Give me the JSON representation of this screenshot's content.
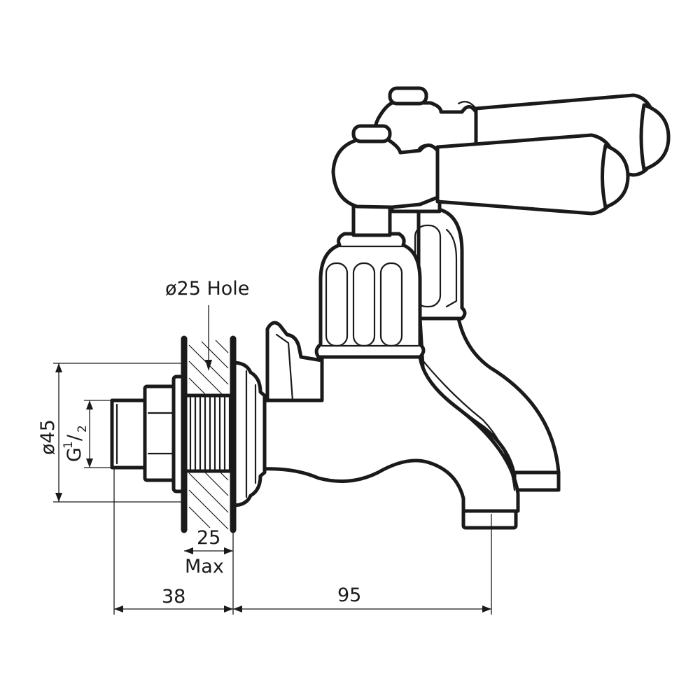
{
  "labels": {
    "hole": "ø25 Hole",
    "diameter": "ø45",
    "thread_main": "G",
    "thread_num": "1",
    "thread_slash": "/",
    "thread_den": "2",
    "wall_thickness": "25",
    "wall_max": "Max",
    "length_back": "38",
    "length_front": "95"
  }
}
